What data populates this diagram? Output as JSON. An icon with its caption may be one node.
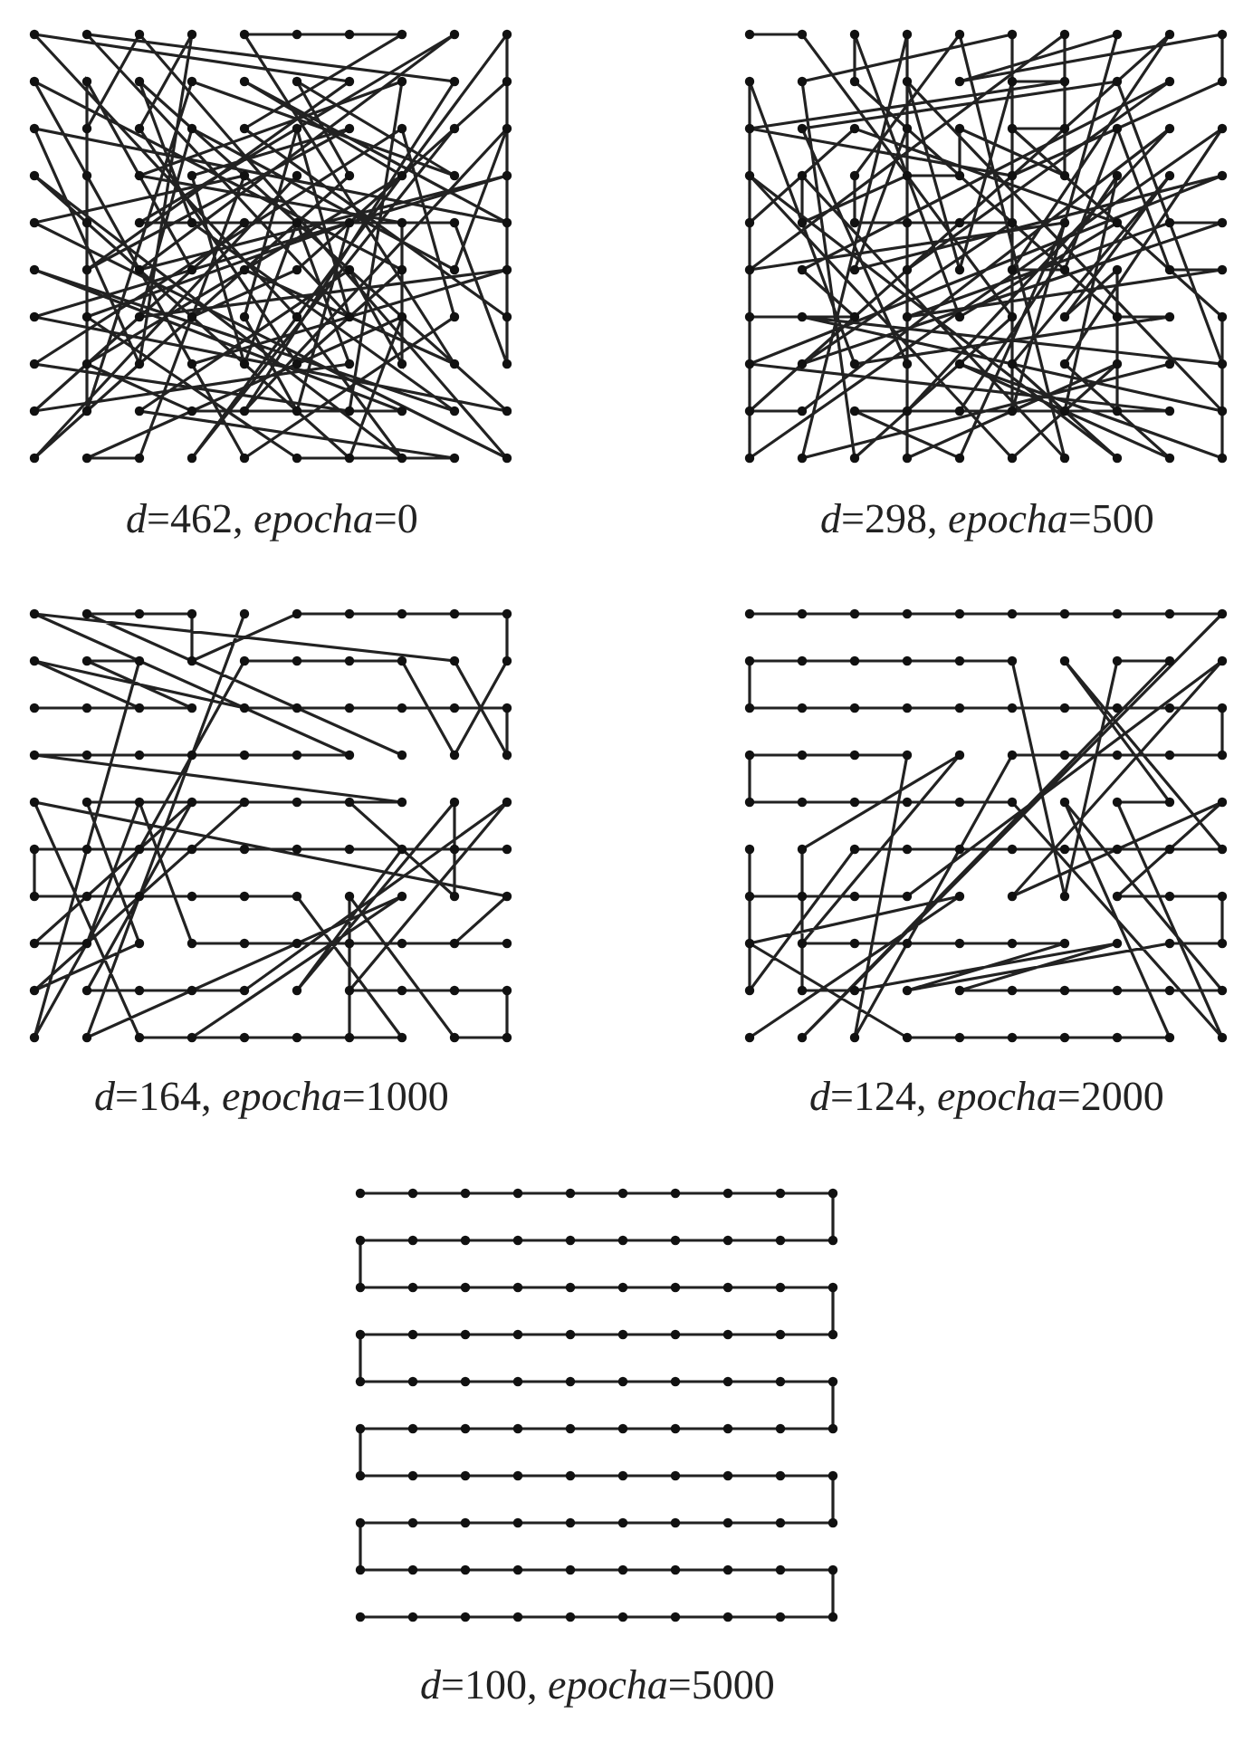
{
  "diagram": {
    "labels": [
      "*d*=462, *epocha*=0",
      "*d*=298, *epocha*=500",
      "*d*=164, *epocha*=1000",
      "*d*=124, *epocha*=2000",
      "*d*=100, *epocha*=5000"
    ]
  }
}
